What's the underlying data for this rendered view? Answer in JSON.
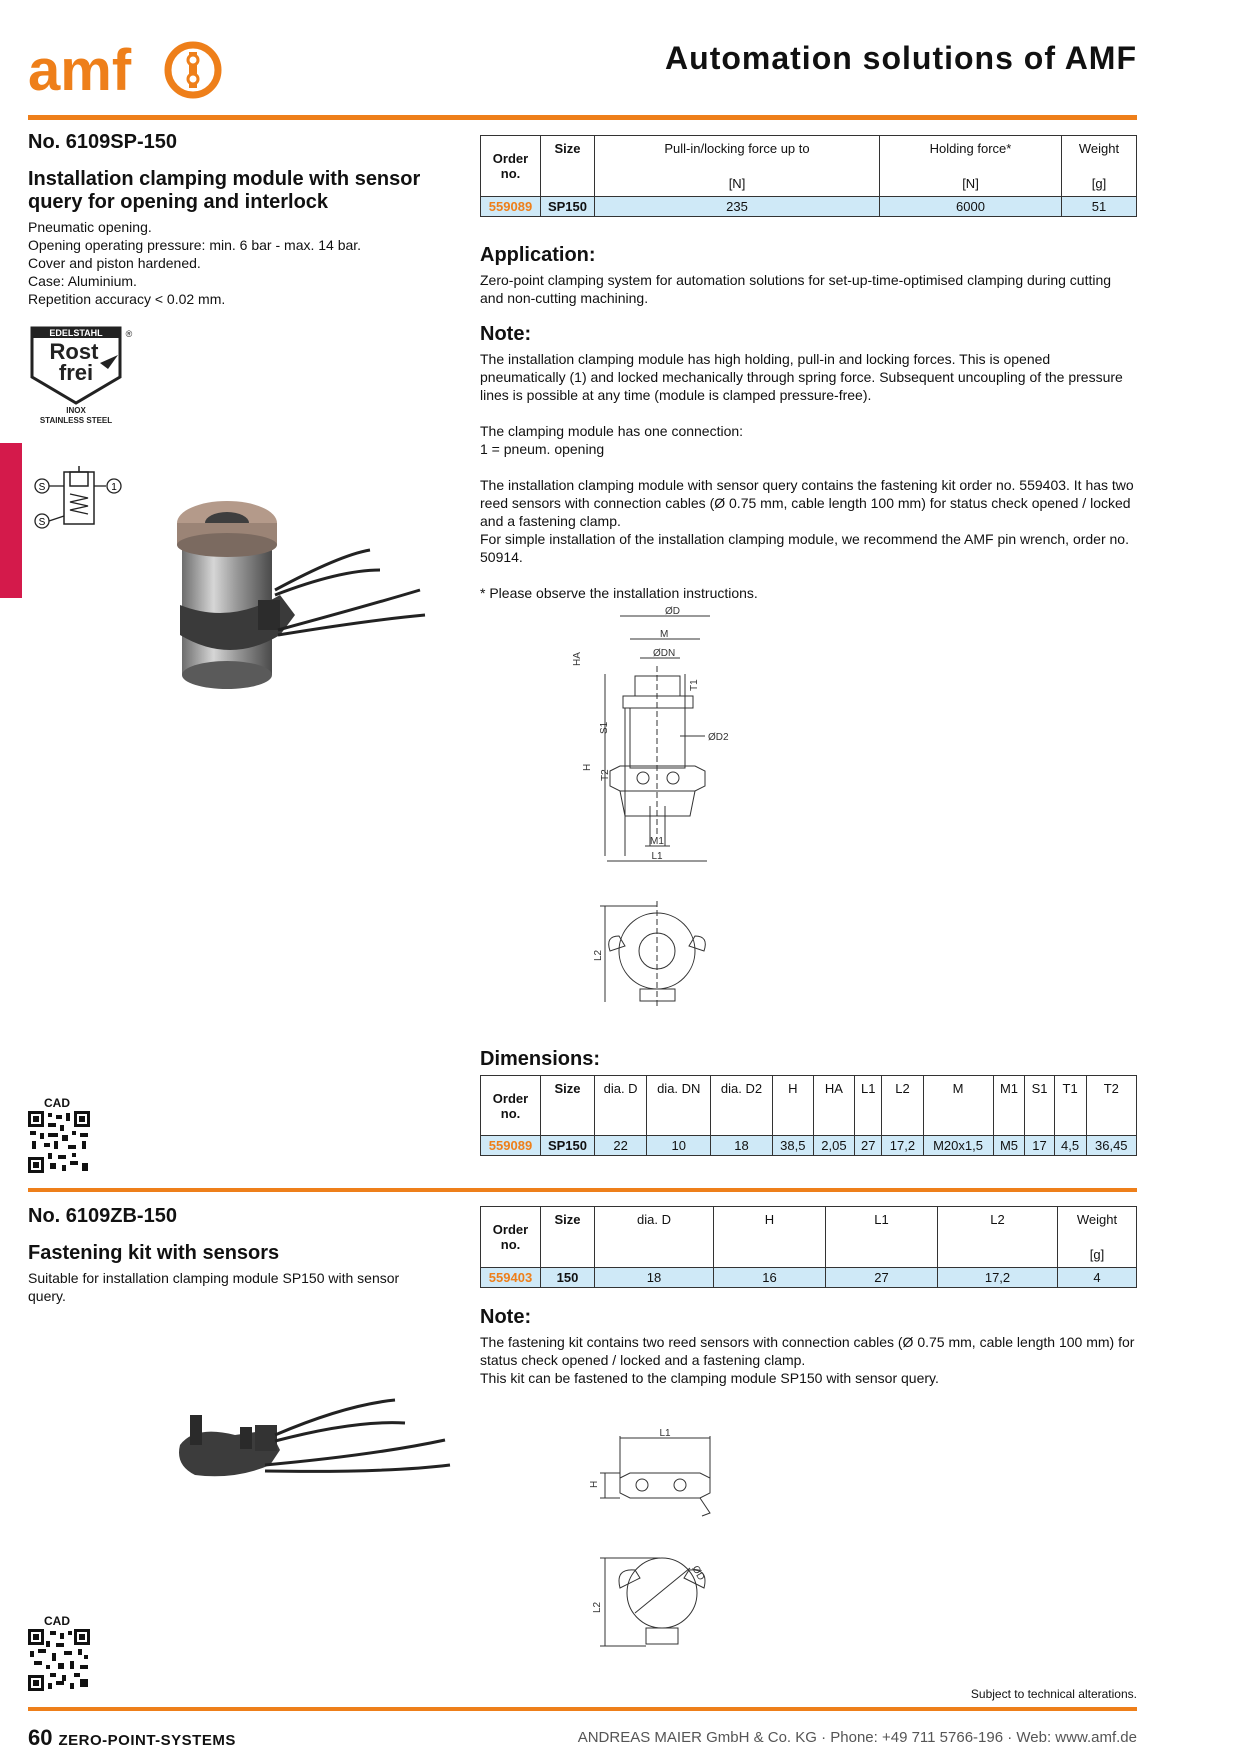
{
  "header": {
    "logo_text": "amf",
    "title": "Automation solutions of AMF"
  },
  "colors": {
    "accent": "#ee7f1a",
    "tab": "#d41a4b",
    "table_row": "#cfe9f7"
  },
  "product1": {
    "number": "No. 6109SP-150",
    "title": "Installation clamping module with sensor query for opening and interlock",
    "features": [
      "Pneumatic opening.",
      "Opening operating pressure: min. 6 bar - max. 14 bar.",
      "Cover and piston hardened.",
      "Case: Aluminium.",
      "Repetition accuracy < 0.02 mm."
    ],
    "badge": {
      "top": "EDELSTAHL",
      "mark": "®",
      "line1": "Rost",
      "line2": "frei",
      "sub1": "INOX",
      "sub2": "STAINLESS STEEL"
    },
    "symbol_labels": {
      "s": "S",
      "one": "1"
    },
    "table": {
      "headers": {
        "order": "Order no.",
        "size": "Size",
        "pull": "Pull-in/locking force up to",
        "pull_unit": "[N]",
        "hold": "Holding force*",
        "hold_unit": "[N]",
        "weight": "Weight",
        "weight_unit": "[g]"
      },
      "row": {
        "order": "559089",
        "size": "SP150",
        "pull": "235",
        "hold": "6000",
        "weight": "51"
      }
    },
    "application_title": "Application:",
    "application_text": "Zero-point clamping system for automation solutions for set-up-time-optimised clamping during cutting and non-cutting machining.",
    "note_title": "Note:",
    "note_paragraphs": [
      "The installation clamping module has high holding, pull-in and locking forces. This is opened pneumatically (1) and locked mechanically through spring force. Subsequent uncoupling of the pressure lines is possible at any time (module is clamped pressure-free).",
      "The clamping module has one connection:",
      "1 = pneum. opening",
      "The installation clamping module with sensor query contains the fastening kit order no. 559403. It has two reed sensors with connection cables (Ø 0.75 mm, cable length 100 mm) for status check opened / locked and a fastening clamp.",
      "For simple installation of the installation clamping module, we recommend the AMF pin wrench, order no. 50914.",
      "* Please observe the installation instructions."
    ],
    "drawing_labels": {
      "D": "ØD",
      "M": "M",
      "DN": "ØDN",
      "HA": "HA",
      "T1": "T1",
      "S1": "S1",
      "D2": "ØD2",
      "H": "H",
      "T2": "T2",
      "M1": "M1",
      "L1": "L1",
      "L2": "L2"
    },
    "dimensions_title": "Dimensions:",
    "dims": {
      "headers": [
        "Order no.",
        "Size",
        "dia. D",
        "dia. DN",
        "dia. D2",
        "H",
        "HA",
        "L1",
        "L2",
        "M",
        "M1",
        "S1",
        "T1",
        "T2"
      ],
      "row": [
        "559089",
        "SP150",
        "22",
        "10",
        "18",
        "38,5",
        "2,05",
        "27",
        "17,2",
        "M20x1,5",
        "M5",
        "17",
        "4,5",
        "36,45"
      ]
    },
    "cad_label": "CAD"
  },
  "product2": {
    "number": "No. 6109ZB-150",
    "title": "Fastening kit with sensors",
    "description": "Suitable for installation clamping module SP150 with sensor query.",
    "table": {
      "headers": {
        "order": "Order no.",
        "size": "Size",
        "d": "dia. D",
        "h": "H",
        "l1": "L1",
        "l2": "L2",
        "weight": "Weight",
        "weight_unit": "[g]"
      },
      "row": {
        "order": "559403",
        "size": "150",
        "d": "18",
        "h": "16",
        "l1": "27",
        "l2": "17,2",
        "weight": "4"
      }
    },
    "note_title": "Note:",
    "note_paragraphs": [
      "The fastening kit contains two reed sensors with connection cables (Ø 0.75 mm, cable length 100 mm) for status check opened / locked and a fastening clamp.",
      "This kit can be fastened to the clamping module SP150 with sensor query."
    ],
    "drawing_labels": {
      "L1": "L1",
      "H": "H",
      "D": "ØD",
      "L2": "L2"
    },
    "cad_label": "CAD"
  },
  "footer": {
    "alter_note": "Subject to technical alterations.",
    "page_number": "60",
    "section": "ZERO-POINT-SYSTEMS",
    "company": "ANDREAS MAIER GmbH & Co. KG · Phone: +49 711 5766-196 · Web: www.amf.de"
  }
}
